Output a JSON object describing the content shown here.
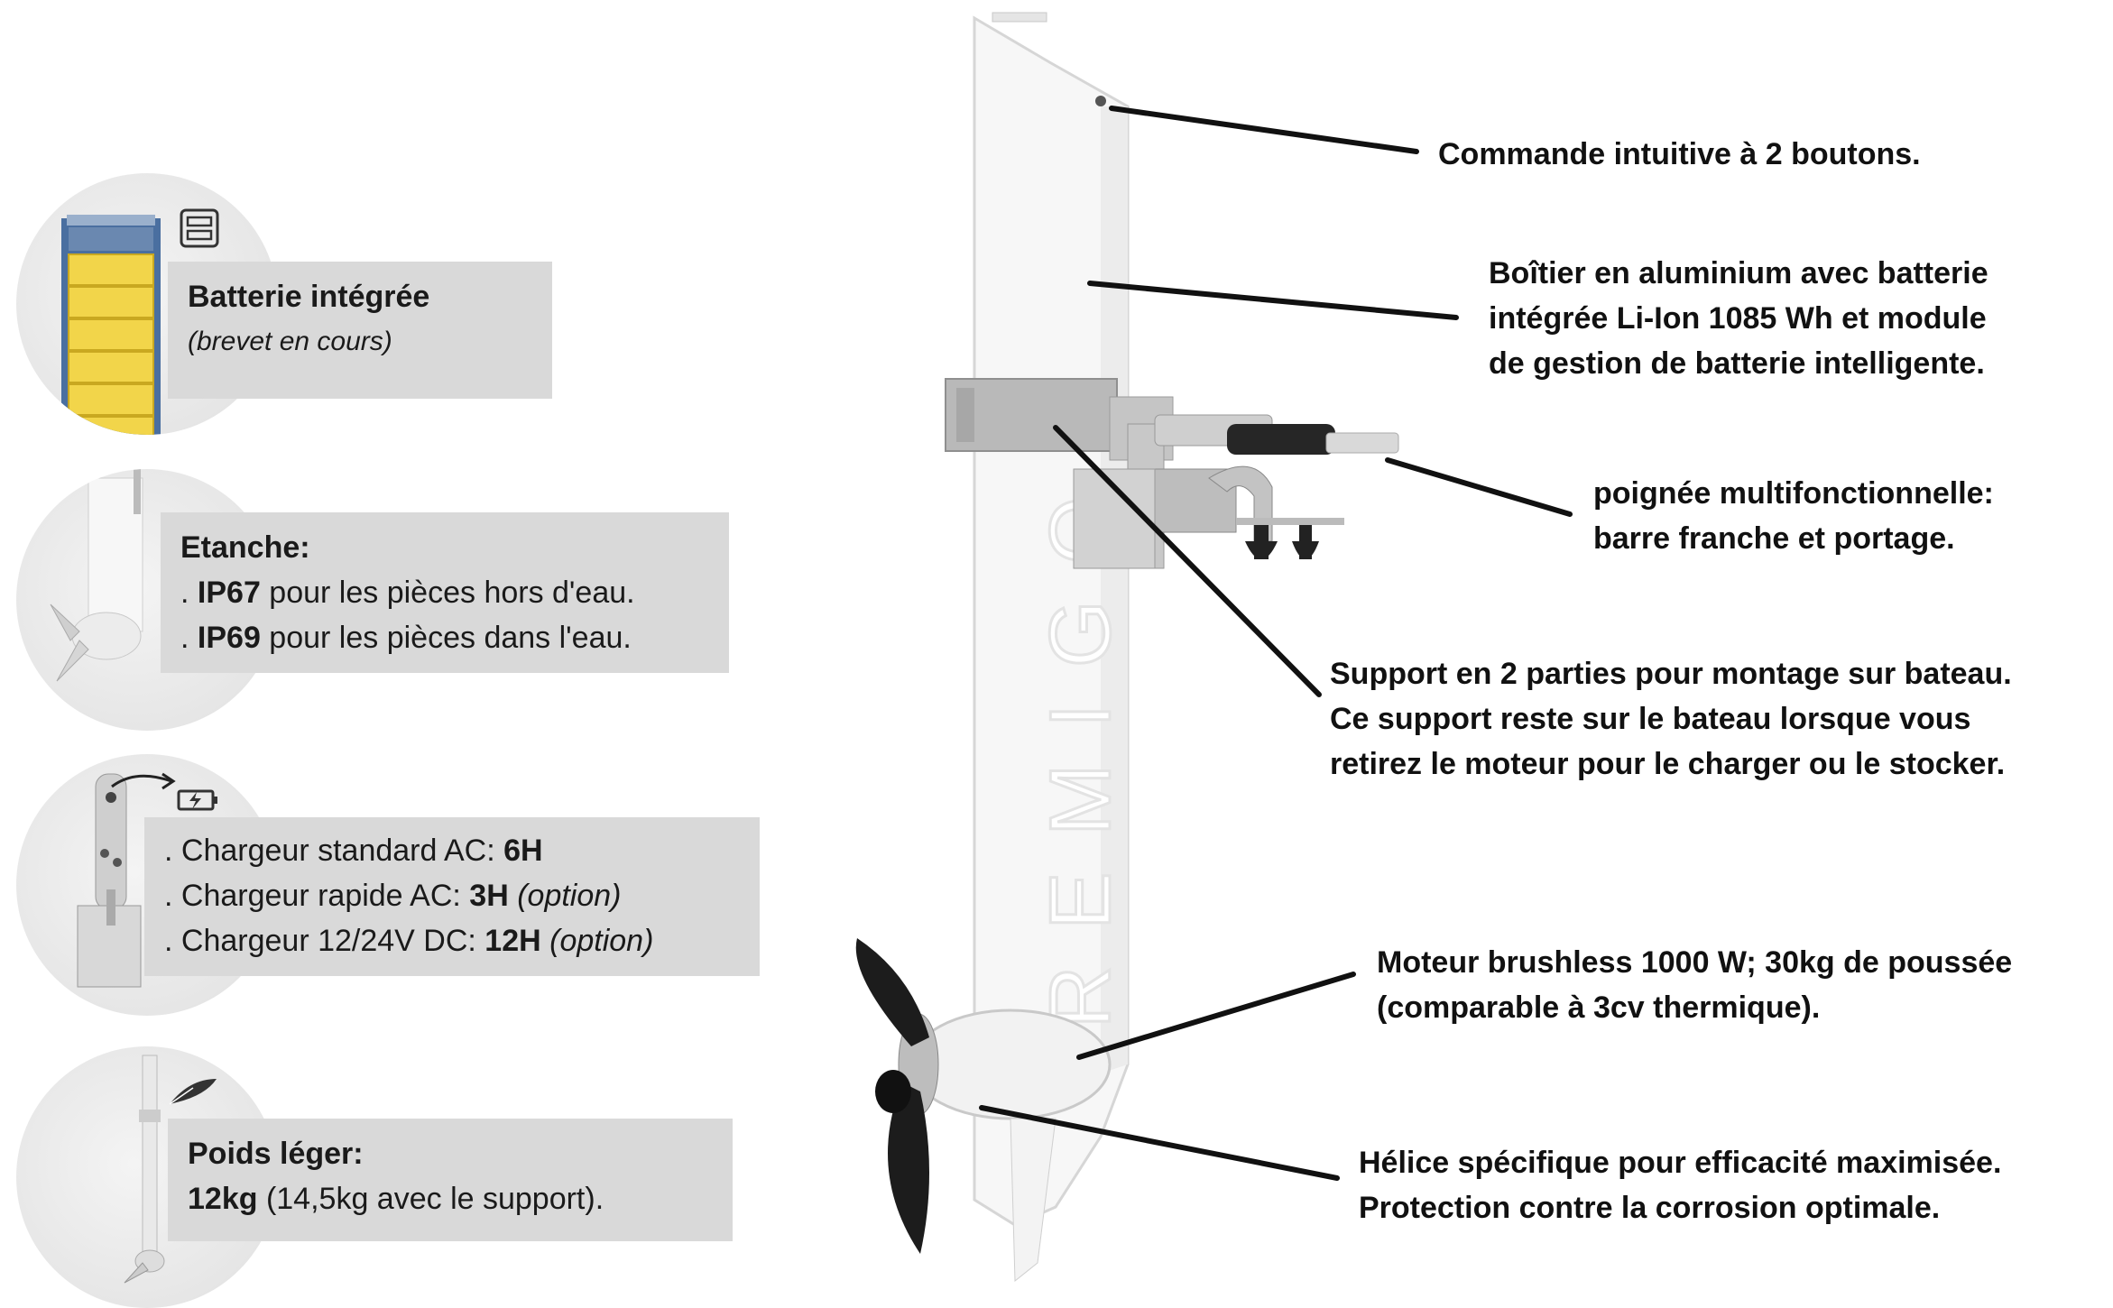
{
  "features": {
    "battery": {
      "title": "Batterie intégrée",
      "subtitle": "(brevet en cours)",
      "icon": "battery-module-icon"
    },
    "waterproof": {
      "title": "Etanche:",
      "line1_prefix": ". ",
      "line1_bold": "IP67",
      "line1_rest": " pour les pièces hors d'eau.",
      "line2_prefix": ". ",
      "line2_bold": "IP69",
      "line2_rest": " pour les pièces dans l'eau."
    },
    "charging": {
      "icon": "charging-battery-icon",
      "line1_label": ". Chargeur standard AC:  ",
      "line1_value": "6H",
      "line2_label": ". Chargeur rapide AC:  ",
      "line2_value": "3H",
      "line2_note": " (option)",
      "line3_label": ". Chargeur 12/24V DC:  ",
      "line3_value": "12H",
      "line3_note": " (option)"
    },
    "weight": {
      "icon": "feather-icon",
      "title": "Poids léger:",
      "value": "12kg",
      "rest": " (14,5kg avec le support)."
    }
  },
  "product": {
    "brand_text": "REMIGO"
  },
  "callouts": {
    "controls": [
      "Commande intuitive à 2 boutons."
    ],
    "housing": [
      "Boîtier en aluminium avec batterie",
      "intégrée Li-Ion 1085 Wh et module",
      "de gestion de batterie intelligente."
    ],
    "handle": [
      "poignée multifonctionnelle:",
      "barre franche et portage."
    ],
    "mount": [
      "Support en 2 parties pour montage sur bateau.",
      "Ce support reste sur le bateau lorsque vous",
      "retirez le moteur pour le charger ou le stocker."
    ],
    "motor": [
      "Moteur brushless 1000 W; 30kg de poussée",
      "(comparable à 3cv thermique)."
    ],
    "propeller": [
      "Hélice spécifique pour efficacité maximisée.",
      "Protection contre la corrosion optimale."
    ]
  },
  "colors": {
    "box_bg": "#d9d9d9",
    "battery_cell": "#f2d54a",
    "leader_line": "#111111"
  }
}
